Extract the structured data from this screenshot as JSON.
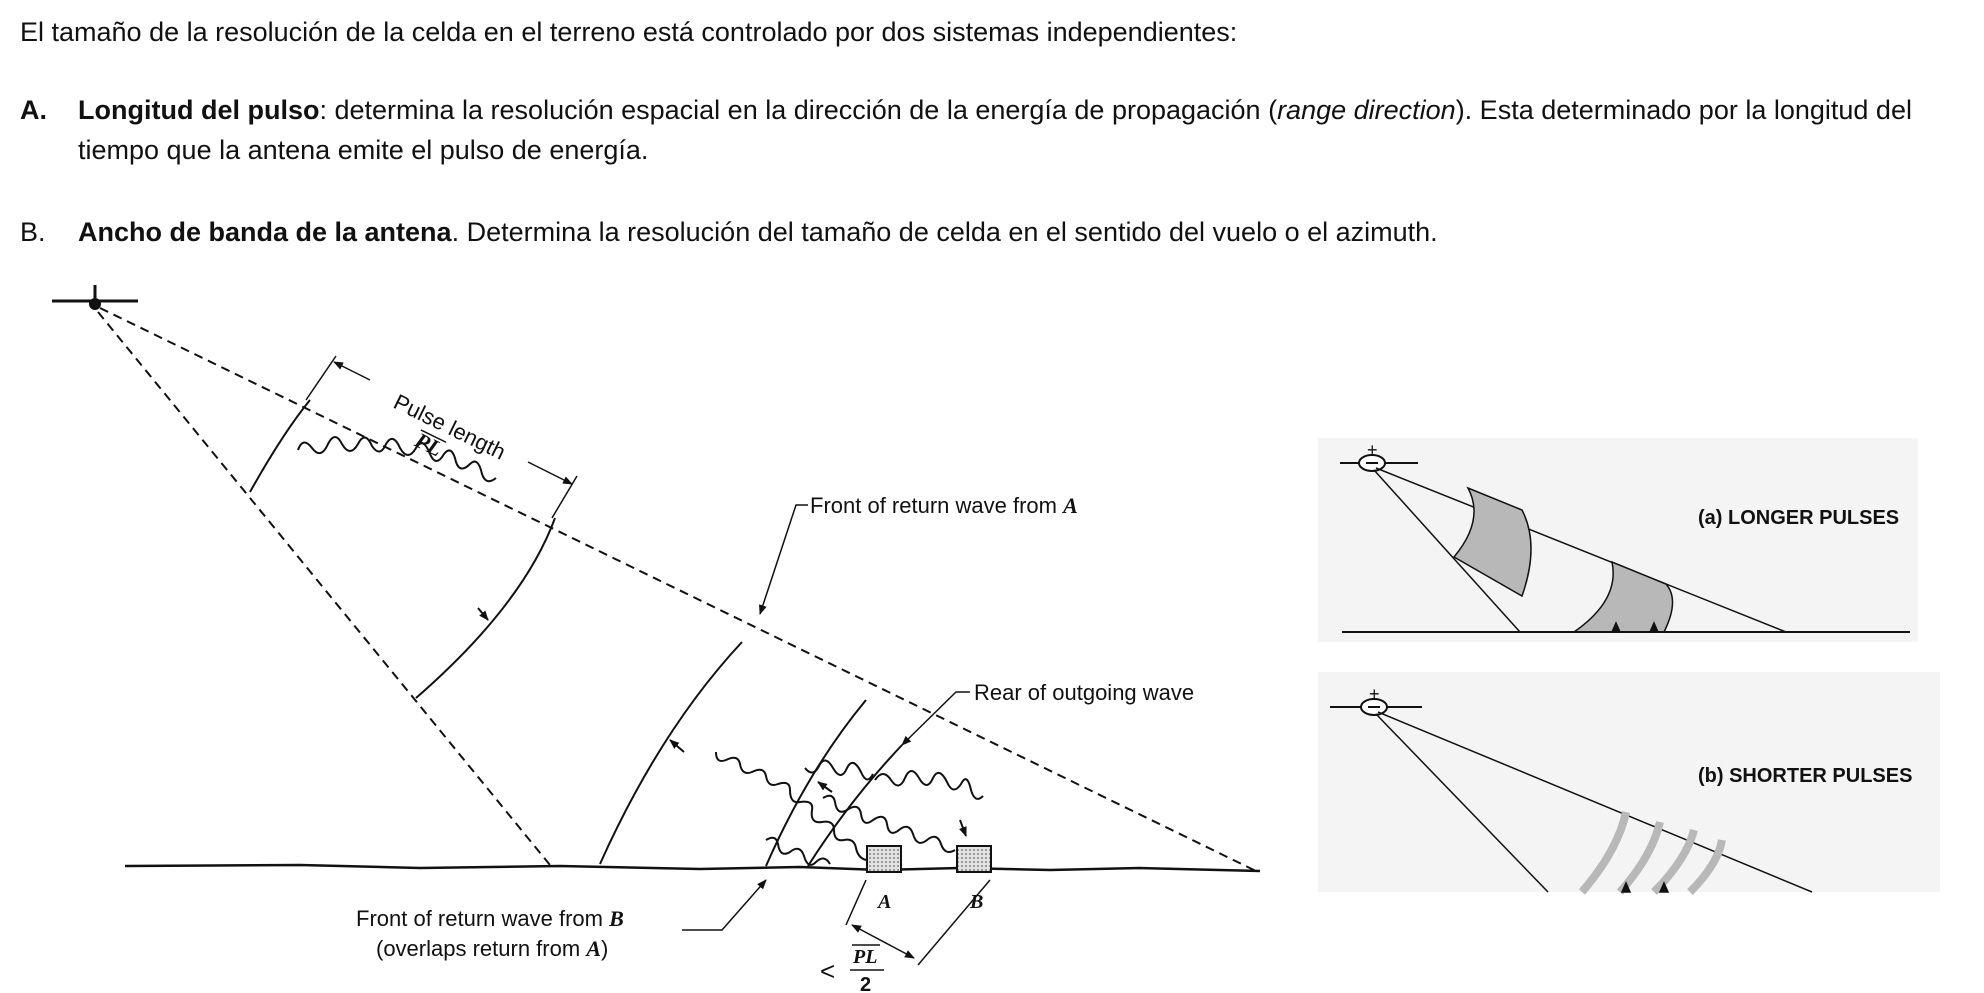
{
  "text": {
    "intro": "El tamaño de la resolución de la celda en el terreno está controlado por dos sistemas independientes:",
    "item_a": {
      "marker": "A.",
      "title": "Longitud del pulso",
      "text_1": ": determina la resolución espacial en la dirección de la energía de propagación (",
      "italic": "range direction",
      "text_2": "). Esta determinado por la longitud del tiempo que la antena emite el pulso de energía."
    },
    "item_b": {
      "marker": "B.",
      "title": "Ancho de banda de la antena",
      "text": ". Determina la resolución del tamaño de celda en el sentido del vuelo o el azimuth."
    }
  },
  "figure_main": {
    "pulse_length_label": "Pulse length",
    "pl_symbol": "PL",
    "front_return_a": "Front of return wave from",
    "front_return_a_letter": "A",
    "rear_outgoing": "Rear of outgoing wave",
    "front_return_b": "Front of return wave from",
    "front_return_b_letter": "B",
    "overlap_prefix": "(overlaps return from",
    "overlap_letter": "A",
    "overlap_suffix": ")",
    "target_a": "A",
    "target_b": "B",
    "less_than": "<",
    "pl_numerator": "PL",
    "pl_denominator": "2"
  },
  "figure_side": {
    "panel_a_label": "(a)  LONGER PULSES",
    "panel_b_label": "(b)  SHORTER PULSES",
    "plus_sign": "+"
  },
  "colors": {
    "line": "#111111",
    "pulse_fill": "#b8b8b8",
    "target_fill": "#d0d0d0"
  }
}
